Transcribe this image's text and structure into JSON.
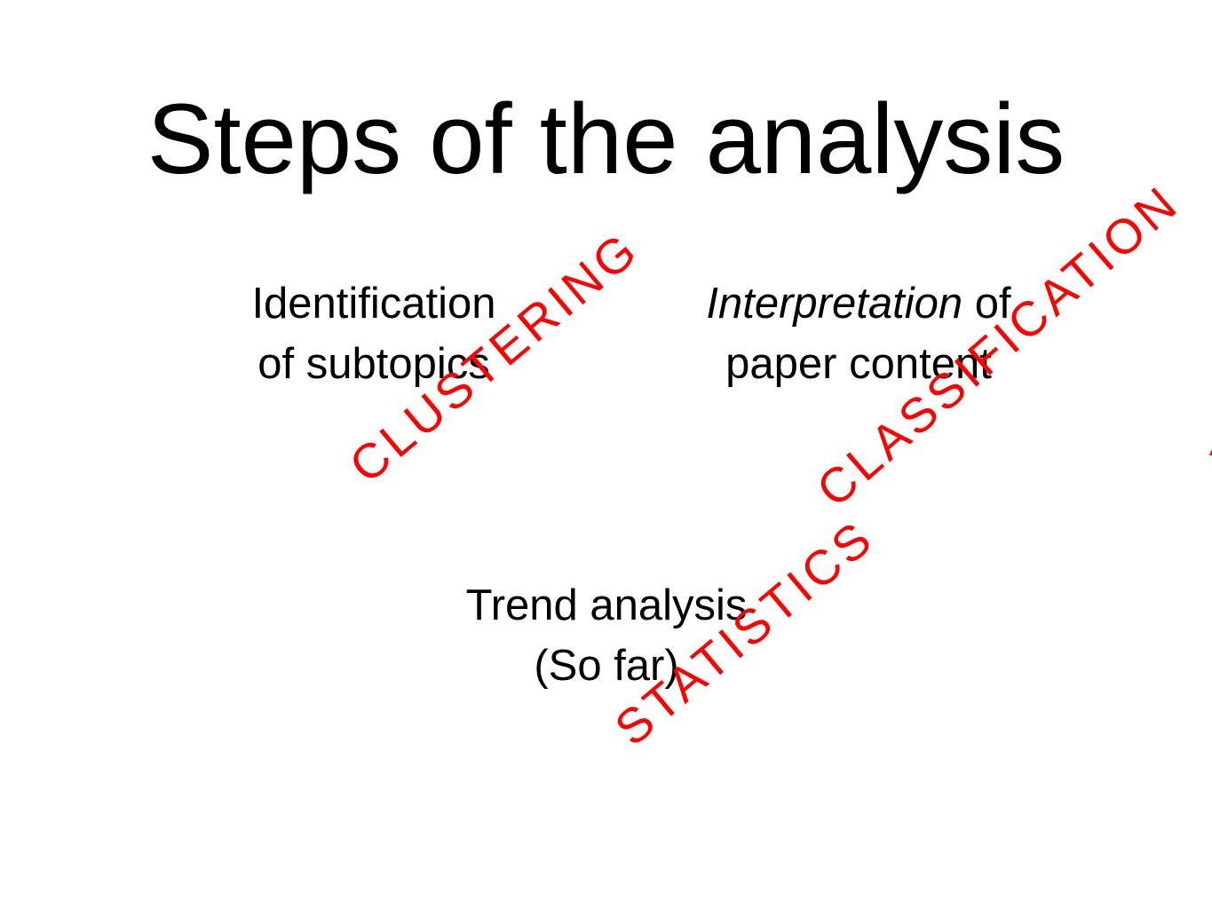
{
  "slide": {
    "title": "Steps of the analysis",
    "steps": [
      {
        "lines": [
          {
            "parts": [
              {
                "text": "Identification",
                "italic": false
              }
            ]
          },
          {
            "parts": [
              {
                "text": "of subtopics",
                "italic": false
              }
            ]
          }
        ]
      },
      {
        "lines": [
          {
            "parts": [
              {
                "text": "Interpretation",
                "italic": true
              },
              {
                "text": " of",
                "italic": false
              }
            ]
          },
          {
            "parts": [
              {
                "text": "paper content",
                "italic": false
              }
            ]
          }
        ]
      },
      {
        "lines": [
          {
            "parts": [
              {
                "text": "Trend analysis",
                "italic": false
              }
            ]
          },
          {
            "parts": [
              {
                "text": "(So far)",
                "italic": false
              }
            ]
          }
        ]
      }
    ],
    "stamps": [
      {
        "text": "CLUSTERING"
      },
      {
        "text": "CLASSIFICATION"
      },
      {
        "text": "STATISTICS"
      }
    ],
    "colors": {
      "background": "#ffffff",
      "text": "#000000",
      "stamp": "#ff0000"
    }
  }
}
